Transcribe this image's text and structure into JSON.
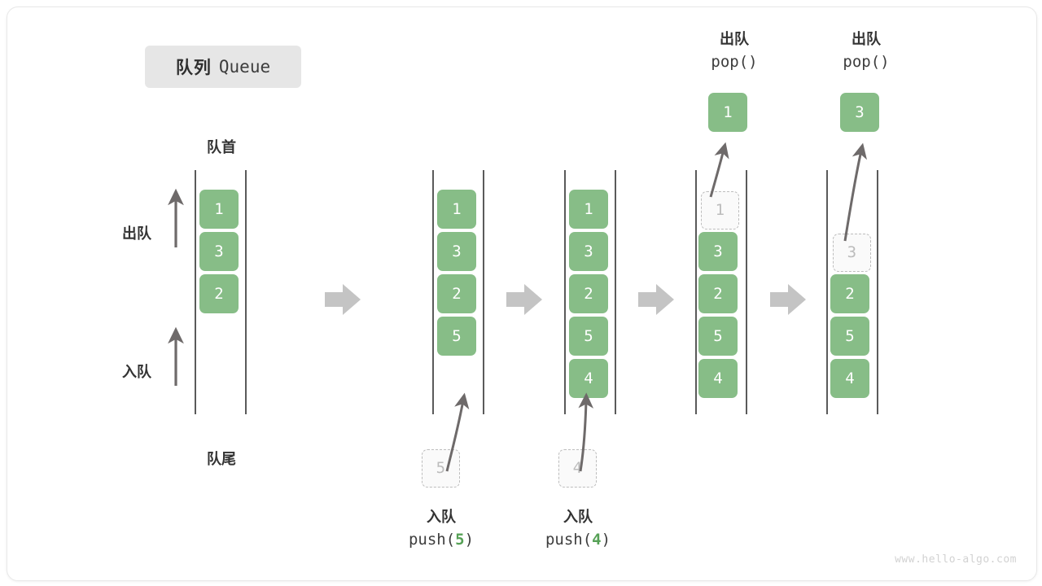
{
  "title": {
    "cn": "队列",
    "en": "Queue"
  },
  "labels": {
    "head": "队首",
    "tail": "队尾",
    "dequeue": "出队",
    "enqueue": "入队"
  },
  "watermark": "www.hello-algo.com",
  "colors": {
    "cell_fill": "#87bd87",
    "cell_text": "#ffffff",
    "ghost_border": "#bdbdbd",
    "ghost_text": "#bcbcbc",
    "arrow_gray": "#c4c4c4",
    "line_gray": "#5a5a5a",
    "accent_green": "#56a156",
    "badge_bg": "#e6e6e6"
  },
  "columns": [
    {
      "id": "state-initial",
      "cells": [
        "1",
        "3",
        "2"
      ],
      "ghost": null,
      "popped": null,
      "caption": null
    },
    {
      "id": "after-push-5",
      "cells": [
        "1",
        "3",
        "2",
        "5"
      ],
      "ghost": {
        "value": "5",
        "position": "bottom"
      },
      "popped": null,
      "caption": {
        "line1": "入队",
        "op": "push(",
        "num": "5",
        "close": ")"
      }
    },
    {
      "id": "after-push-4",
      "cells": [
        "1",
        "3",
        "2",
        "5",
        "4"
      ],
      "ghost": {
        "value": "4",
        "position": "bottom"
      },
      "popped": null,
      "caption": {
        "line1": "入队",
        "op": "push(",
        "num": "4",
        "close": ")"
      }
    },
    {
      "id": "after-pop-1",
      "cells": [
        "3",
        "2",
        "5",
        "4"
      ],
      "ghost": {
        "value": "1",
        "position": "top"
      },
      "popped": {
        "value": "1",
        "header_line1": "出队",
        "header_line2": "pop()"
      },
      "caption": null
    },
    {
      "id": "after-pop-3",
      "cells": [
        "2",
        "5",
        "4"
      ],
      "ghost": {
        "value": "3",
        "position": "top"
      },
      "popped": {
        "value": "3",
        "header_line1": "出队",
        "header_line2": "pop()"
      },
      "caption": null
    }
  ]
}
